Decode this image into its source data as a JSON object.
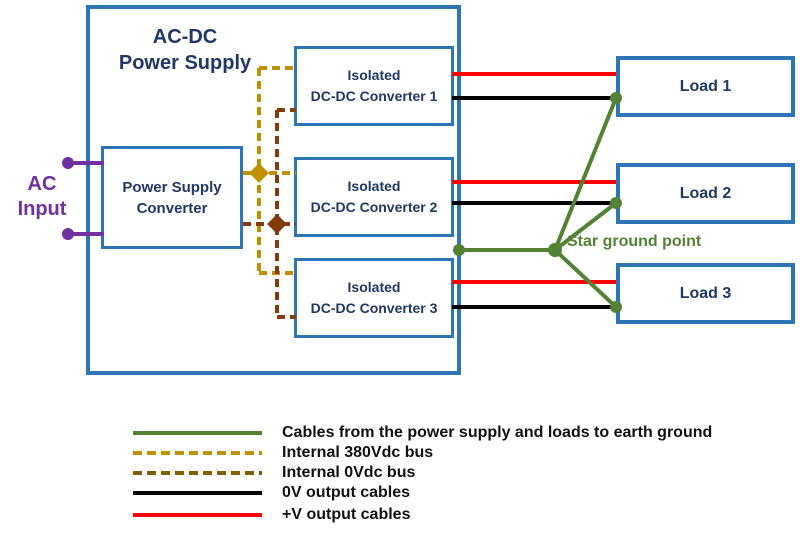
{
  "outer_box_title": {
    "line1": "AC-DC",
    "line2": "Power Supply"
  },
  "ac_input": {
    "line1": "AC",
    "line2": "Input"
  },
  "psu_converter": {
    "line1": "Power Supply",
    "line2": "Converter"
  },
  "converters": [
    {
      "line1": "Isolated",
      "line2": "DC-DC Converter 1"
    },
    {
      "line1": "Isolated",
      "line2": "DC-DC Converter 2"
    },
    {
      "line1": "Isolated",
      "line2": "DC-DC Converter 3"
    }
  ],
  "loads": [
    {
      "label": "Load 1"
    },
    {
      "label": "Load 2"
    },
    {
      "label": "Load 3"
    }
  ],
  "star_ground_label": "Star ground point",
  "legend": {
    "items": [
      {
        "label": "Cables from the power supply and loads to earth ground",
        "style": "solid",
        "color": "#548235"
      },
      {
        "label": "Internal 380Vdc bus",
        "style": "dashed",
        "color": "#BF9000"
      },
      {
        "label": "Internal 0Vdc bus",
        "style": "dashed",
        "color": "#7F6000"
      },
      {
        "label": "0V output cables",
        "style": "solid",
        "color": "#000000"
      },
      {
        "label": "+V output cables",
        "style": "solid",
        "color": "#FF0000"
      }
    ]
  },
  "colors": {
    "box_border_blue": "#2E75B6",
    "label_navy": "#1F3864",
    "ac_purple": "#7030A0",
    "bus_380v_gold": "#BF9000",
    "bus_0v_brown": "#843C0C",
    "ground_green": "#548235",
    "output_0v_black": "#000000",
    "output_plus_v_red": "#FF0000"
  }
}
